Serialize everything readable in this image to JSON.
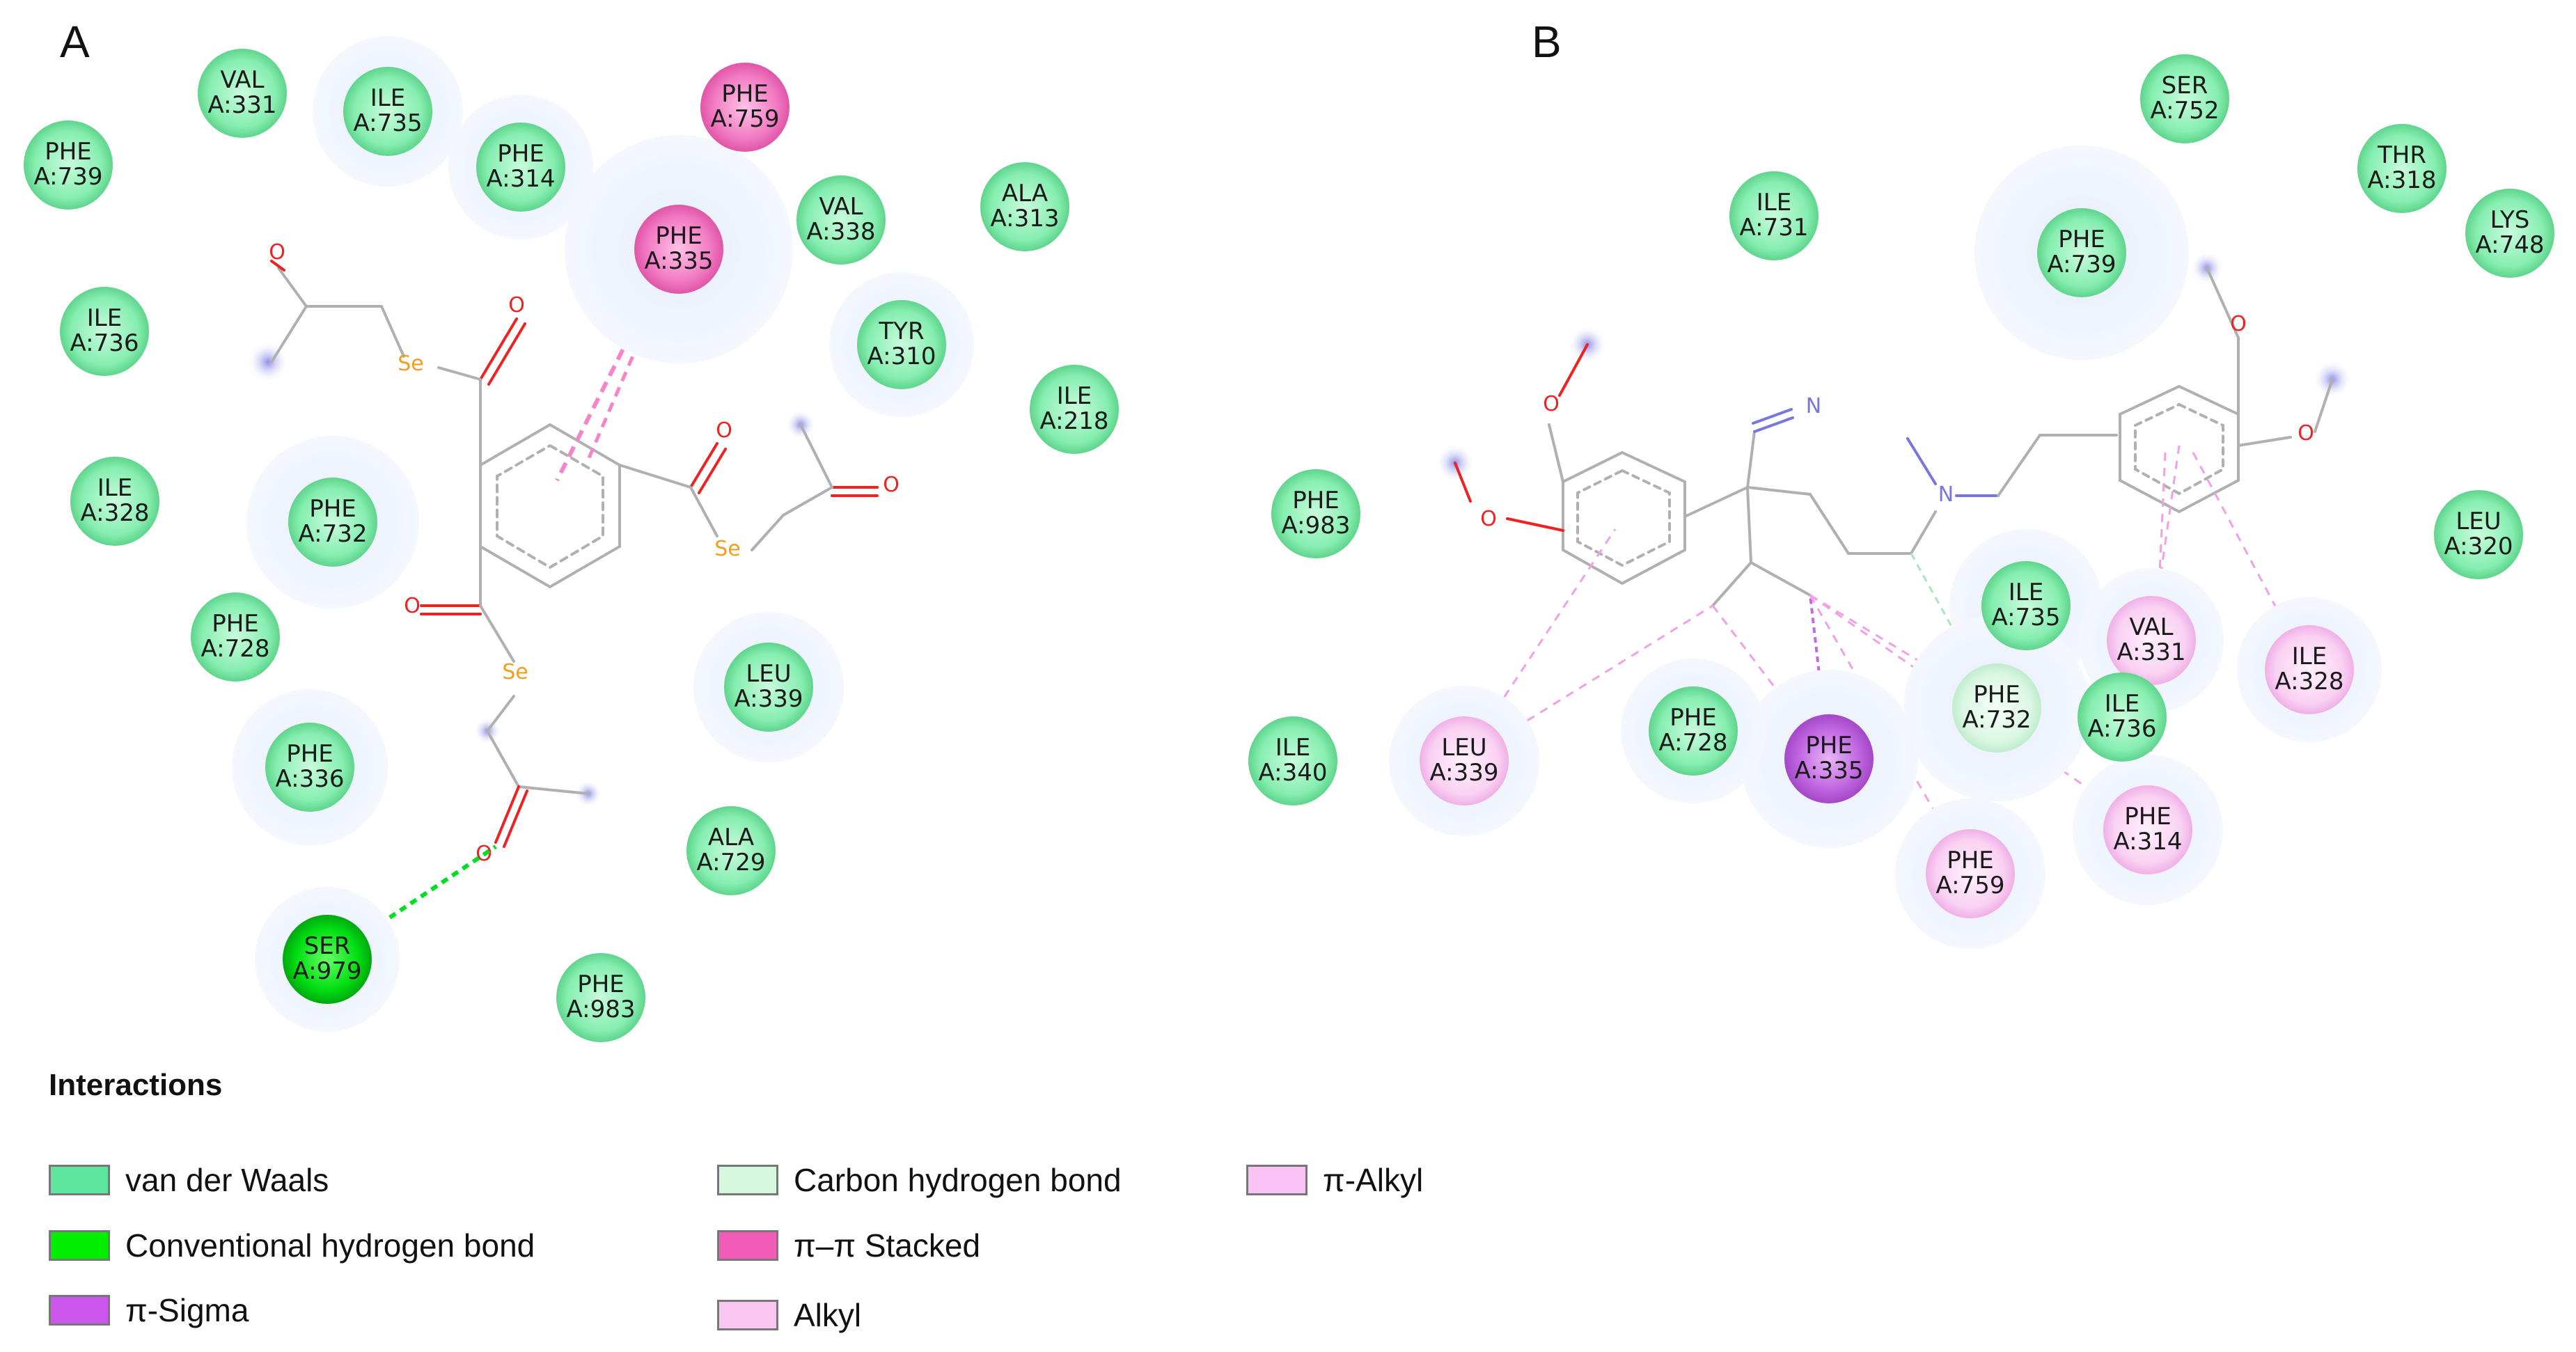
{
  "panels": [
    {
      "letter": "A",
      "residues": [
        {
          "name": "VAL",
          "id": "A:331",
          "type": "vdw"
        },
        {
          "name": "ILE",
          "id": "A:735",
          "type": "vdw"
        },
        {
          "name": "PHE",
          "id": "A:739",
          "type": "vdw"
        },
        {
          "name": "PHE",
          "id": "A:314",
          "type": "vdw"
        },
        {
          "name": "PHE",
          "id": "A:759",
          "type": "pi-pi"
        },
        {
          "name": "PHE",
          "id": "A:335",
          "type": "pi-pi"
        },
        {
          "name": "VAL",
          "id": "A:338",
          "type": "vdw"
        },
        {
          "name": "ALA",
          "id": "A:313",
          "type": "vdw"
        },
        {
          "name": "ILE",
          "id": "A:736",
          "type": "vdw"
        },
        {
          "name": "TYR",
          "id": "A:310",
          "type": "vdw"
        },
        {
          "name": "ILE",
          "id": "A:218",
          "type": "vdw"
        },
        {
          "name": "ILE",
          "id": "A:328",
          "type": "vdw"
        },
        {
          "name": "PHE",
          "id": "A:732",
          "type": "vdw"
        },
        {
          "name": "PHE",
          "id": "A:728",
          "type": "vdw"
        },
        {
          "name": "LEU",
          "id": "A:339",
          "type": "vdw"
        },
        {
          "name": "PHE",
          "id": "A:336",
          "type": "vdw"
        },
        {
          "name": "ALA",
          "id": "A:729",
          "type": "vdw"
        },
        {
          "name": "SER",
          "id": "A:979",
          "type": "hbond"
        },
        {
          "name": "PHE",
          "id": "A:983",
          "type": "vdw"
        }
      ],
      "atom_labels": [
        "O",
        "Se",
        "O",
        "O",
        "Se",
        "O",
        "O",
        "Se",
        "O"
      ]
    },
    {
      "letter": "B",
      "residues": [
        {
          "name": "SER",
          "id": "A:752",
          "type": "vdw"
        },
        {
          "name": "THR",
          "id": "A:318",
          "type": "vdw"
        },
        {
          "name": "ILE",
          "id": "A:731",
          "type": "vdw"
        },
        {
          "name": "PHE",
          "id": "A:739",
          "type": "vdw"
        },
        {
          "name": "LYS",
          "id": "A:748",
          "type": "vdw"
        },
        {
          "name": "PHE",
          "id": "A:983",
          "type": "vdw"
        },
        {
          "name": "LEU",
          "id": "A:320",
          "type": "vdw"
        },
        {
          "name": "ILE",
          "id": "A:735",
          "type": "vdw"
        },
        {
          "name": "VAL",
          "id": "A:331",
          "type": "alkyl"
        },
        {
          "name": "ILE",
          "id": "A:328",
          "type": "pi-alkyl"
        },
        {
          "name": "PHE",
          "id": "A:732",
          "type": "ch-bond"
        },
        {
          "name": "ILE",
          "id": "A:736",
          "type": "vdw"
        },
        {
          "name": "ILE",
          "id": "A:340",
          "type": "vdw"
        },
        {
          "name": "LEU",
          "id": "A:339",
          "type": "alkyl"
        },
        {
          "name": "PHE",
          "id": "A:728",
          "type": "vdw"
        },
        {
          "name": "PHE",
          "id": "A:335",
          "type": "pi-sigma"
        },
        {
          "name": "PHE",
          "id": "A:314",
          "type": "pi-alkyl"
        },
        {
          "name": "PHE",
          "id": "A:759",
          "type": "pi-alkyl"
        }
      ],
      "atom_labels": [
        "O",
        "O",
        "N",
        "N",
        "O",
        "O"
      ]
    }
  ],
  "legend": {
    "title": "Interactions",
    "items": [
      {
        "label": "van der Waals",
        "color": "#5ee69e"
      },
      {
        "label": "Conventional hydrogen bond",
        "color": "#00ee00"
      },
      {
        "label": "π-Sigma",
        "color": "#cc55ee"
      },
      {
        "label": "Carbon hydrogen bond",
        "color": "#d4f7de"
      },
      {
        "label": "π–π Stacked",
        "color": "#f25bb8"
      },
      {
        "label": "Alkyl",
        "color": "#f8c6f0"
      },
      {
        "label": "π-Alkyl",
        "color": "#fbc2f5"
      }
    ]
  },
  "colors": {
    "vdw_fill": "#8ef0b3",
    "vdw_stroke": "#5fd48c",
    "hbond_fill": "#00dd22",
    "pi_pi_fill": "#f584c8",
    "pi_sigma_fill": "#c06be0",
    "alkyl_fill": "#fbd9f5",
    "ch_bond_fill": "#dff8e6",
    "bond_gray": "#b0b0b0",
    "oxygen": "#ee2222",
    "selenium": "#f0a020",
    "nitrogen": "#7777dd"
  }
}
